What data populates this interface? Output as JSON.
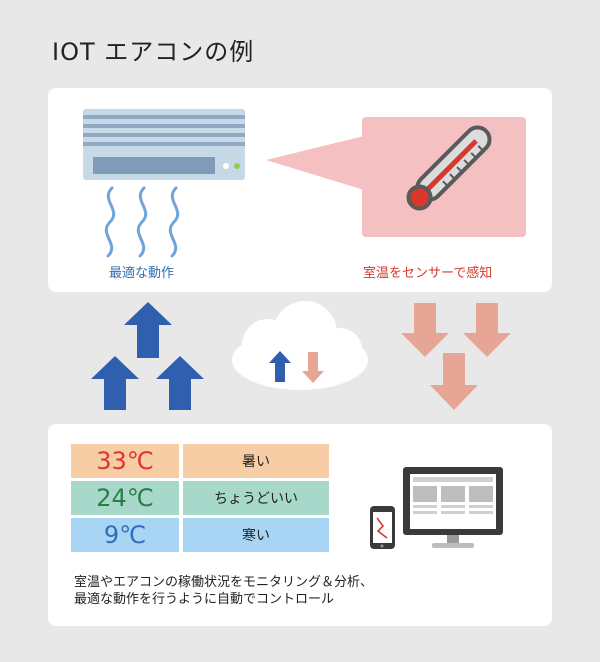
{
  "title": "IOT エアコンの例",
  "top_panel": {
    "ac_label": "最適な動作",
    "sensor_label": "室温をセンサーで感知"
  },
  "temperature_table": [
    {
      "temp": "33℃",
      "state": "暑い"
    },
    {
      "temp": "24℃",
      "state": "ちょうどいい"
    },
    {
      "temp": "9℃",
      "state": "寒い"
    }
  ],
  "description": {
    "line1": "室温やエアコンの稼働状況をモニタリング＆分析、",
    "line2": "最適な動作を行うように自動でコントロール"
  },
  "colors": {
    "background": "#e8e8e8",
    "blue_arrow": "#2f5fae",
    "pink_arrow": "#e6a595",
    "sensor_bubble": "#f4c0c2",
    "ac_body": "#c6d7e6"
  }
}
